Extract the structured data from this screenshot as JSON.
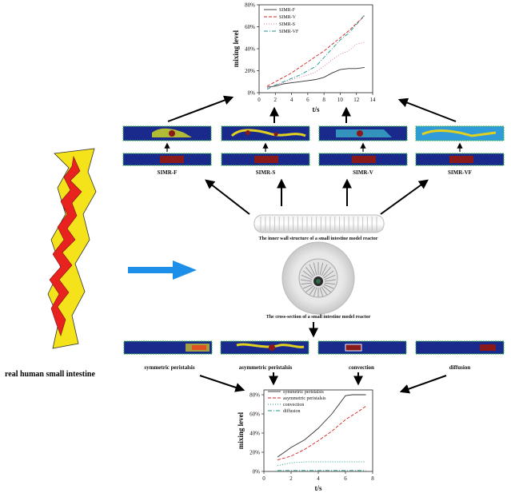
{
  "labels": {
    "intestine": "real human small intestine",
    "inner_wall": "The inner wall structure of a small intestine model reactor",
    "cross_section": "The cross-section of a small intestine model reactor",
    "sims_top": [
      "SIMR-F",
      "SIMR-S",
      "SIMR-V",
      "SIMR-VF"
    ],
    "sims_bottom": [
      "symmetric peristalsis",
      "asymmetric peristalsis",
      "convection",
      "diffusion"
    ]
  },
  "colors": {
    "intestine_outer": "#f4e21a",
    "intestine_inner": "#e8231f",
    "blue_arrow": "#1e8fe8",
    "sim_background": "#1a2a8c",
    "sim_hot": "#8a1a1a"
  },
  "chart_data": [
    {
      "type": "line",
      "ylabel": "mixing level",
      "xlabel": "t/s",
      "xlim": [
        0,
        14
      ],
      "ylim": [
        0,
        80
      ],
      "xticks": [
        0,
        2,
        4,
        6,
        8,
        10,
        12,
        14
      ],
      "yticks": [
        "0%",
        "20%",
        "40%",
        "60%",
        "80%"
      ],
      "legend": "top-left",
      "series": [
        {
          "name": "SIMR-F",
          "color": "#333333",
          "dash": "",
          "x": [
            1,
            2,
            3,
            4,
            5,
            6,
            7,
            8,
            9,
            10,
            11,
            12,
            13
          ],
          "y": [
            5,
            6,
            8,
            9,
            10,
            11,
            12,
            14,
            18,
            21,
            22,
            22,
            23
          ]
        },
        {
          "name": "SIMR-V",
          "color": "#d42020",
          "dash": "4,2",
          "x": [
            1,
            2,
            3,
            4,
            5,
            6,
            7,
            8,
            9,
            10,
            11,
            12,
            13
          ],
          "y": [
            6,
            10,
            14,
            18,
            23,
            28,
            33,
            38,
            44,
            50,
            56,
            63,
            70
          ]
        },
        {
          "name": "SIMR-S",
          "color": "#e070b0",
          "dash": "1,2",
          "x": [
            1,
            2,
            3,
            4,
            5,
            6,
            7,
            8,
            9,
            10,
            11,
            12,
            13
          ],
          "y": [
            4,
            7,
            9,
            12,
            14,
            16,
            19,
            24,
            30,
            35,
            38,
            44,
            46
          ]
        },
        {
          "name": "SIMR-VF",
          "color": "#1a9a8a",
          "dash": "5,2,1,2",
          "x": [
            1,
            2,
            3,
            4,
            5,
            6,
            7,
            8,
            9,
            10,
            11,
            12,
            13
          ],
          "y": [
            3,
            7,
            10,
            13,
            16,
            20,
            24,
            32,
            40,
            48,
            54,
            62,
            71
          ]
        }
      ]
    },
    {
      "type": "line",
      "ylabel": "mixing level",
      "xlabel": "t/s",
      "xlim": [
        0,
        8
      ],
      "ylim": [
        0,
        85
      ],
      "xticks": [
        0,
        2,
        4,
        6,
        8
      ],
      "yticks": [
        "0%",
        "20%",
        "40%",
        "60%",
        "80%"
      ],
      "legend": "top-left",
      "series": [
        {
          "name": "symmetric peristalsis",
          "color": "#333333",
          "dash": "",
          "x": [
            1,
            2,
            3,
            4,
            5,
            6,
            6.5,
            7,
            7.5
          ],
          "y": [
            15,
            25,
            33,
            45,
            60,
            79,
            80,
            80,
            80
          ]
        },
        {
          "name": "asymmetric peristalsis",
          "color": "#d42020",
          "dash": "4,2",
          "x": [
            1,
            2,
            3,
            4,
            5,
            6,
            7,
            7.5
          ],
          "y": [
            12,
            16,
            23,
            32,
            42,
            54,
            63,
            68
          ]
        },
        {
          "name": "convection",
          "color": "#1a9a8a",
          "dash": "1,2",
          "x": [
            1,
            2,
            3,
            4,
            5,
            6,
            7,
            7.5
          ],
          "y": [
            6,
            9,
            10,
            10,
            10,
            10,
            10,
            10
          ]
        },
        {
          "name": "diffusion",
          "color": "#1a9a8a",
          "dash": "5,2,1,2",
          "x": [
            1,
            2,
            3,
            4,
            5,
            6,
            7,
            7.5
          ],
          "y": [
            1,
            1,
            1,
            1,
            1,
            1,
            1,
            1
          ]
        }
      ]
    }
  ]
}
